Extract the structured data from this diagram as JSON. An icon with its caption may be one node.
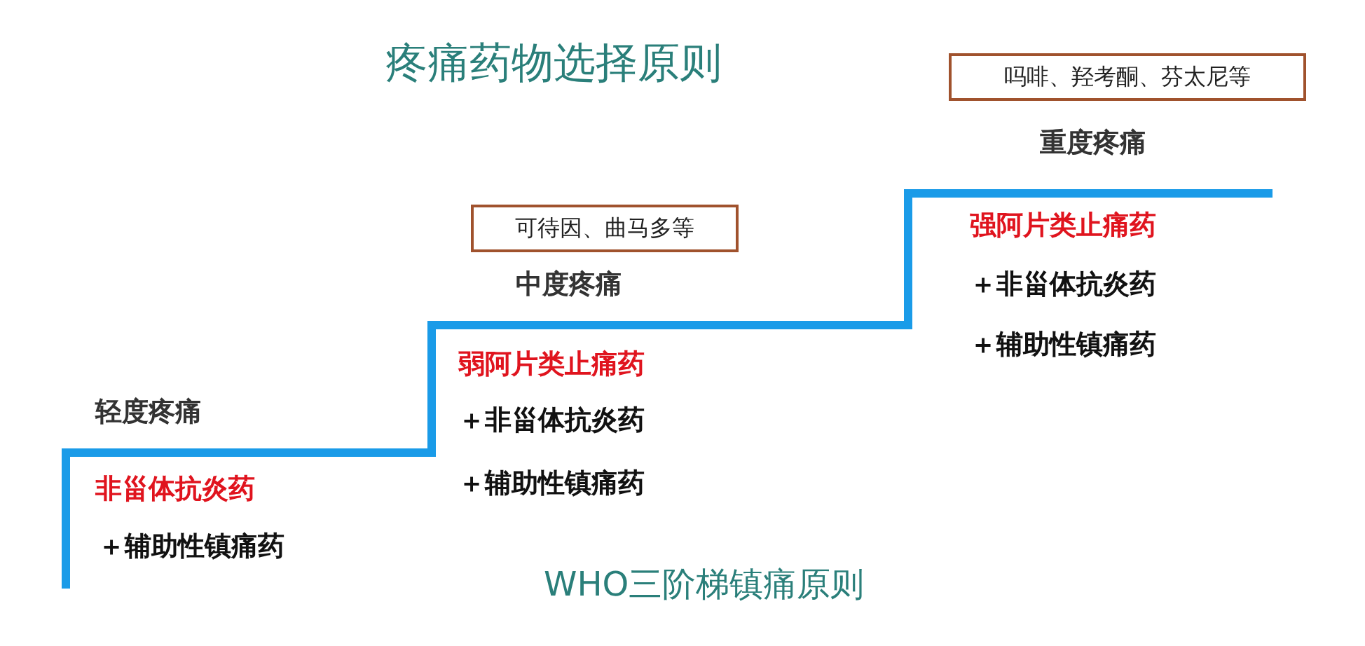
{
  "diagram": {
    "title": "疼痛药物选择原则",
    "nodes": [
      {
        "text": [
          "吗啡、羟考酮、芬太尼等"
        ]
      },
      {
        "text": [
          "可待因、曲马多等"
        ]
      }
    ],
    "labels": [
      "重度疼痛",
      "强阿片类止痛药",
      "＋非甾体抗炎药",
      "＋辅助性镇痛药",
      "中度疼痛",
      "弱阿片类止痛药",
      "＋非甾体抗炎药",
      "＋辅助性镇痛药",
      "轻度疼痛",
      "非甾体抗炎药",
      "＋辅助性镇痛药",
      "WHO三阶梯镇痛原则"
    ]
  }
}
